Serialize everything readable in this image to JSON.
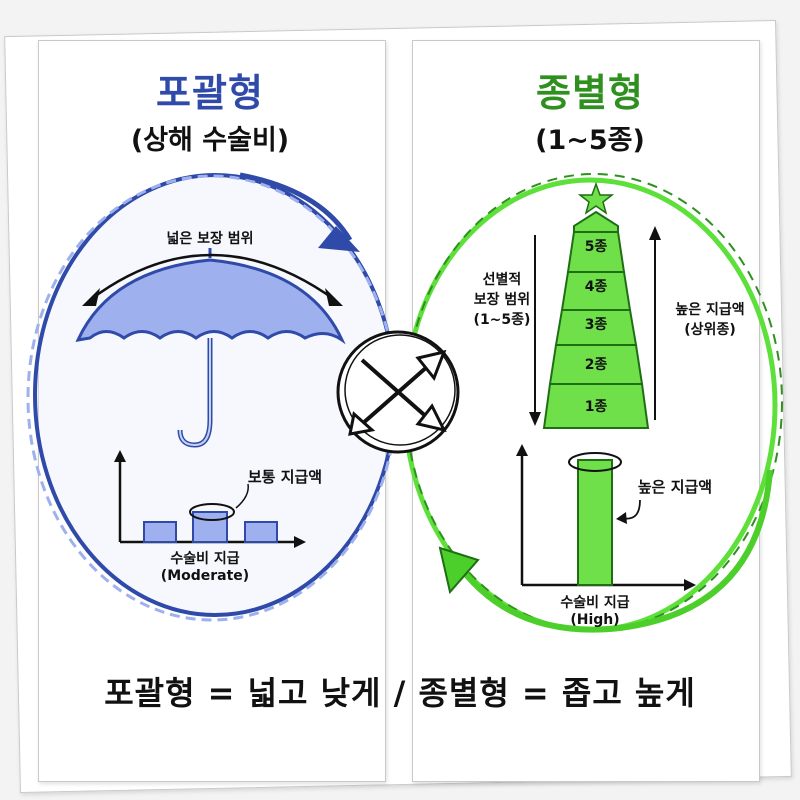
{
  "left": {
    "title": "포괄형",
    "subtitle": "(상해 수술비)",
    "coverage_label": "넓은 보장 범위",
    "amount_label": "보통 지급액",
    "axis_label": "수술비 지급",
    "axis_sublabel": "(Moderate)"
  },
  "right": {
    "title": "종별형",
    "subtitle": "(1~5종)",
    "tiers": [
      "5종",
      "4종",
      "3종",
      "2종",
      "1종"
    ],
    "selective": [
      "선별적",
      "보장 범위",
      "(1~5종)"
    ],
    "high_amount": [
      "높은 지급액",
      "(상위종)"
    ],
    "bar_label": "높은 지급액",
    "axis_label": "수술비 지급",
    "axis_sublabel": "(High)"
  },
  "bottom_summary": "포괄형 = 넓고 낮게 / 종별형 = 좁고 높게",
  "colors": {
    "blue": "#2f4aa8",
    "blue_fill": "#9fb0ee",
    "blue_light": "#c5d0f5",
    "green": "#2f8f1f",
    "green_fill": "#6fe04a",
    "green_dark": "#1f6e14"
  },
  "icons": {
    "umbrella": "umbrella-icon",
    "star": "star-icon",
    "exchange": "swap-arrows-icon"
  }
}
